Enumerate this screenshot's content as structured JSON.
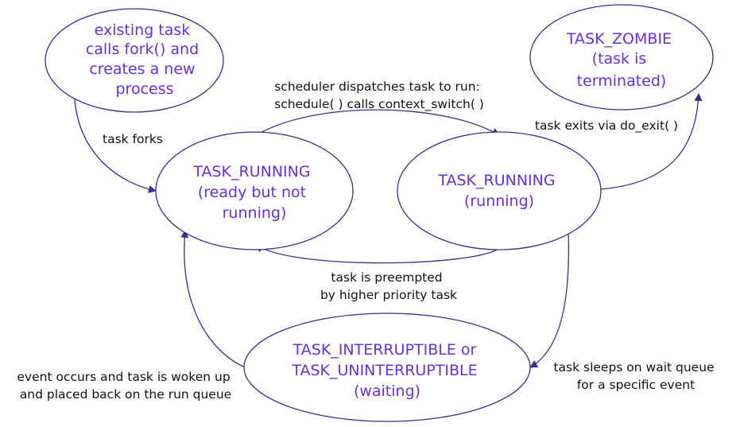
{
  "states": {
    "fork": {
      "lines": [
        "existing task",
        "calls fork() and",
        "creates a new",
        "process"
      ]
    },
    "zombie": {
      "lines": [
        "TASK_ZOMBIE",
        "(task is",
        "terminated)"
      ]
    },
    "ready": {
      "lines": [
        "TASK_RUNNING",
        "(ready but not",
        "running)"
      ]
    },
    "running": {
      "lines": [
        "TASK_RUNNING",
        "(running)"
      ]
    },
    "waiting": {
      "lines": [
        "TASK_INTERRUPTIBLE or",
        "TASK_UNINTERRUPTIBLE",
        "(waiting)"
      ]
    }
  },
  "transitions": {
    "fork_to_ready": {
      "lines": [
        "task forks"
      ]
    },
    "ready_to_running": {
      "lines": [
        "scheduler dispatches task to run:",
        "schedule( ) calls context_switch( )"
      ]
    },
    "running_to_zombie": {
      "lines": [
        "task exits via do_exit( )"
      ]
    },
    "running_to_ready": {
      "lines": [
        "task is preempted",
        "by higher priority task"
      ]
    },
    "running_to_waiting": {
      "lines": [
        "task sleeps on wait queue",
        "for a specific event"
      ]
    },
    "waiting_to_ready": {
      "lines": [
        "event occurs and task is woken up",
        "and placed back on the run queue"
      ]
    }
  }
}
